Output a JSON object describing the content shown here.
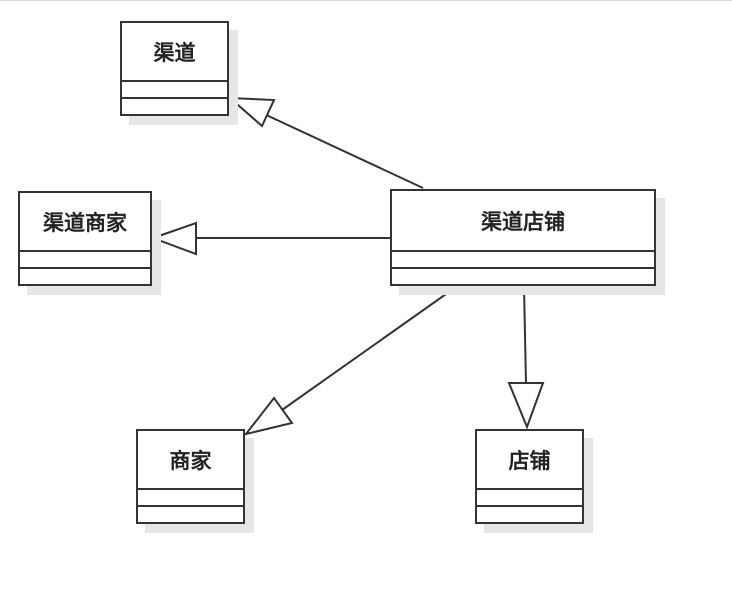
{
  "diagram": {
    "classes": {
      "channel": {
        "name": "渠道"
      },
      "channel_merchant": {
        "name": "渠道商家"
      },
      "channel_store": {
        "name": "渠道店铺"
      },
      "merchant": {
        "name": "商家"
      },
      "store": {
        "name": "店铺"
      }
    },
    "relations": [
      {
        "from": "渠道店铺",
        "to": "渠道",
        "type": "generalization"
      },
      {
        "from": "渠道店铺",
        "to": "渠道商家",
        "type": "generalization"
      },
      {
        "from": "渠道店铺",
        "to": "商家",
        "type": "generalization"
      },
      {
        "from": "渠道店铺",
        "to": "店铺",
        "type": "generalization"
      }
    ],
    "colors": {
      "line": "#333333",
      "shadow": "#e6e6e6"
    }
  }
}
